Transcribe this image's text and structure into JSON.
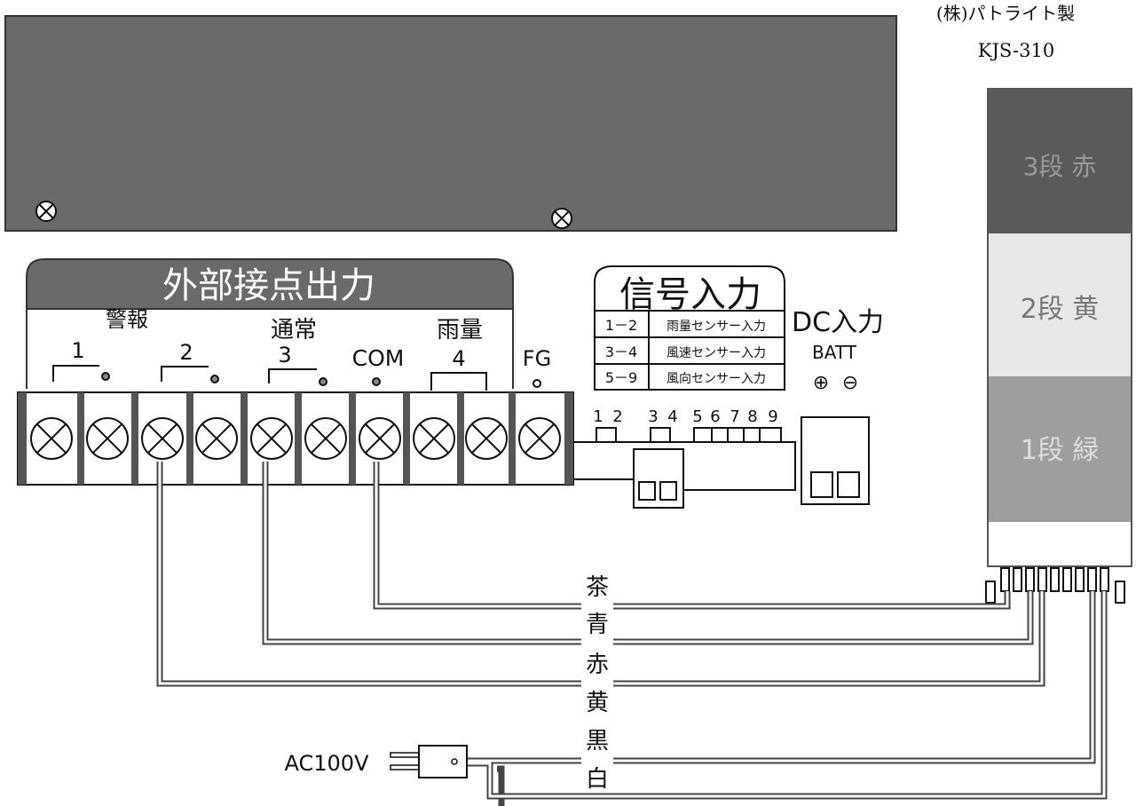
{
  "manufacturer": {
    "maker": "(株)パトライト製",
    "model": "KJS-310"
  },
  "external_output": {
    "title": "外部接点出力",
    "group_labels": {
      "alarm": "警報",
      "normal": "通常",
      "rain": "雨量"
    },
    "contacts": [
      "1",
      "2",
      "3",
      "COM",
      "4"
    ],
    "fg_label": "FG"
  },
  "signal_input": {
    "title": "信号入力",
    "rows": [
      {
        "pins": "1－2",
        "desc": "雨量センサー入力"
      },
      {
        "pins": "3－4",
        "desc": "風速センサー入力"
      },
      {
        "pins": "5－9",
        "desc": "風向センサー入力"
      }
    ],
    "pin_numbers": [
      "1",
      "2",
      "3",
      "4",
      "5",
      "6",
      "7",
      "8",
      "9"
    ]
  },
  "dc_input": {
    "title": "DC入力",
    "batt": "BATT",
    "plus": "⊕",
    "minus": "⊖"
  },
  "tower_light": {
    "tiers": [
      {
        "label": "3段 赤",
        "color": "#5a5a5a"
      },
      {
        "label": "2段 黄",
        "color": "#e8e8e8"
      },
      {
        "label": "1段 緑",
        "color": "#9e9e9e"
      }
    ]
  },
  "wire_colors": [
    "茶",
    "青",
    "赤",
    "黄",
    "黒",
    "白"
  ],
  "ac_label": "AC100V"
}
